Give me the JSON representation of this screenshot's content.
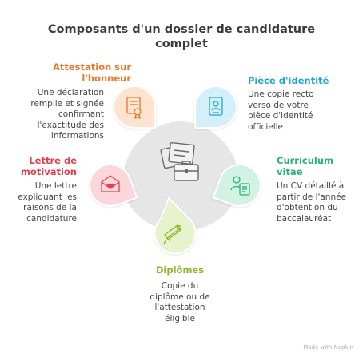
{
  "title_line1": "Composants d'un dossier de candidature",
  "title_line2": "complet",
  "components": [
    {
      "id": "attestation",
      "label_line1": "Attestation sur",
      "label_line2": "l'honneur",
      "desc_lines": [
        "Une déclaration",
        "remplie et signée",
        "confirmant",
        "l'exactitude des",
        "informations"
      ],
      "color": "#e8782a",
      "icon": "certificate-icon"
    },
    {
      "id": "identite",
      "label_line1": "Pièce d'identité",
      "desc_lines": [
        "Une copie recto",
        "verso de votre",
        "pièce d'identité",
        "officielle"
      ],
      "color": "#22a6cf",
      "icon": "id-card-icon"
    },
    {
      "id": "motivation",
      "label_line1": "Lettre de",
      "label_line2": "motivation",
      "desc_lines": [
        "Une lettre",
        "expliquant les",
        "raisons de la",
        "candidature"
      ],
      "color": "#e0424f",
      "icon": "love-letter-icon"
    },
    {
      "id": "cv",
      "label_line1": "Curriculum",
      "label_line2": "vitae",
      "desc_lines": [
        "Un CV détaillé à",
        "partir de l'année",
        "d'obtention du",
        "baccalauréat"
      ],
      "color": "#2bb17d",
      "icon": "resume-icon"
    },
    {
      "id": "diplomes",
      "label_line1": "Diplômes",
      "desc_lines": [
        "Copie du",
        "diplôme ou de",
        "l'attestation",
        "éligible"
      ],
      "color": "#8db72b",
      "icon": "diploma-icon"
    }
  ],
  "center_icon": "briefcase-documents-icon",
  "footer": "Made with  Napkin"
}
